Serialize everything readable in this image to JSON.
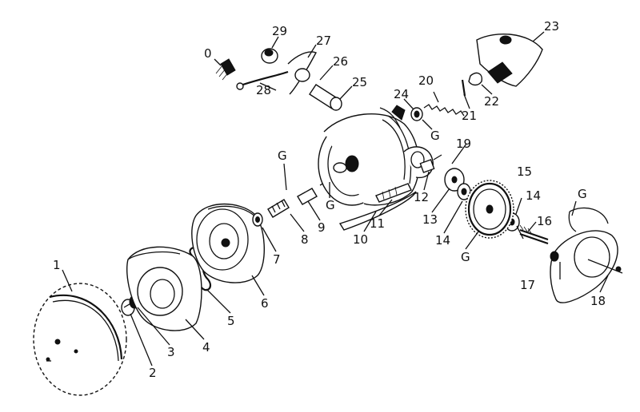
{
  "labels": {
    "l0": "0",
    "l1": "1",
    "l2": "2",
    "l3": "3",
    "l4": "4",
    "l5": "5",
    "l6": "6",
    "l7": "7",
    "l8": "8",
    "l9": "9",
    "l10": "10",
    "l11": "11",
    "l12": "12",
    "l13": "13",
    "l14a": "14",
    "l14b": "14",
    "l15": "15",
    "l16": "16",
    "l17": "17",
    "l18": "18",
    "l19": "19",
    "l20": "20",
    "l21": "21",
    "l22": "22",
    "l23": "23",
    "l24": "24",
    "l25": "25",
    "l26": "26",
    "l27": "27",
    "l28": "28",
    "l29": "29",
    "g1": "G",
    "g2": "G",
    "g3": "G",
    "g4": "G",
    "g5": "G"
  }
}
